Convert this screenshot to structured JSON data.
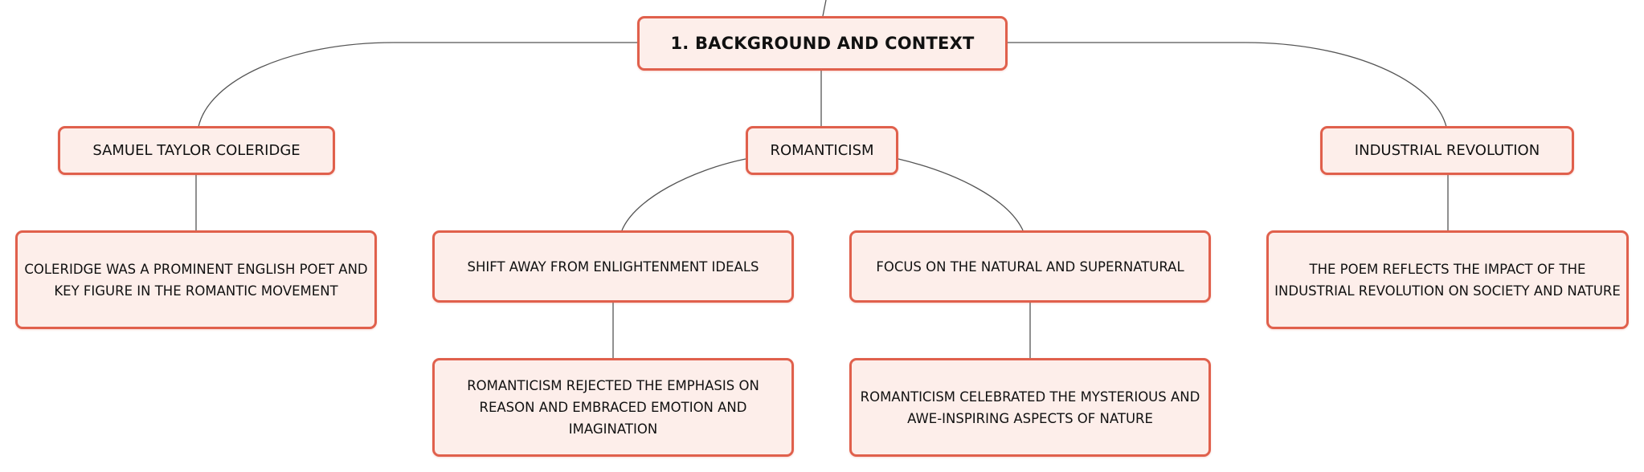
{
  "root": {
    "label": "1. BACKGROUND AND CONTEXT"
  },
  "branches": {
    "coleridge": {
      "label": "SAMUEL TAYLOR COLERIDGE",
      "detail": "COLERIDGE WAS A PROMINENT ENGLISH POET AND KEY FIGURE IN THE ROMANTIC MOVEMENT"
    },
    "romanticism": {
      "label": "ROMANTICISM",
      "shift": {
        "label": "SHIFT AWAY FROM ENLIGHTENMENT IDEALS",
        "detail": "ROMANTICISM REJECTED THE EMPHASIS ON REASON AND EMBRACED EMOTION AND IMAGINATION"
      },
      "focus": {
        "label": "FOCUS ON THE NATURAL AND SUPERNATURAL",
        "detail": "ROMANTICISM CELEBRATED THE MYSTERIOUS AND AWE-INSPIRING ASPECTS OF NATURE"
      }
    },
    "industrial": {
      "label": "INDUSTRIAL REVOLUTION",
      "detail": "THE POEM REFLECTS THE IMPACT OF THE INDUSTRIAL REVOLUTION ON SOCIETY AND NATURE"
    }
  },
  "colors": {
    "node_border": "#e0604c",
    "node_fill": "#fdeeea",
    "connector": "#555555",
    "text": "#111111"
  }
}
